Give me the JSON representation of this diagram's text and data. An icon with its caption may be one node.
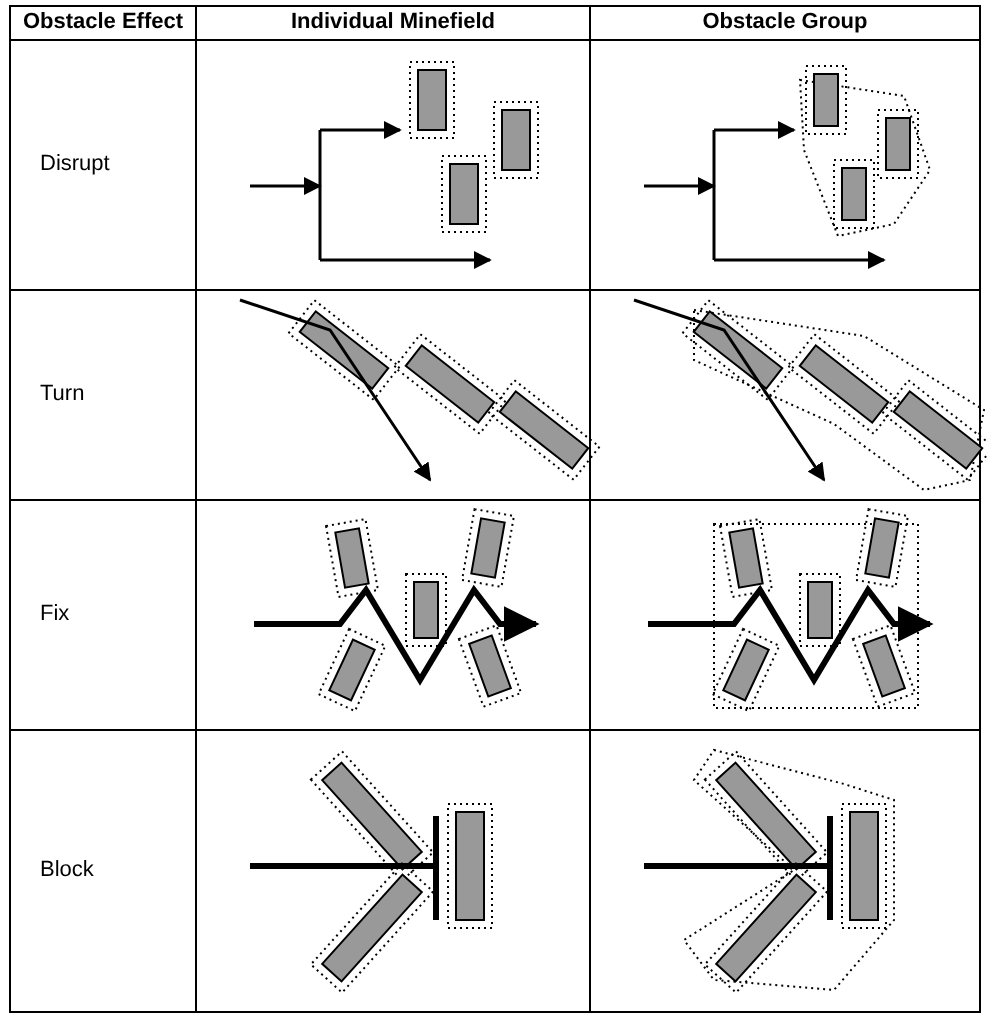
{
  "diagram": {
    "labels": [
      "Obstacle Effect",
      "Individual Minefield",
      "Obstacle Group",
      "Disrupt",
      "Turn",
      "Fix",
      "Block"
    ]
  }
}
